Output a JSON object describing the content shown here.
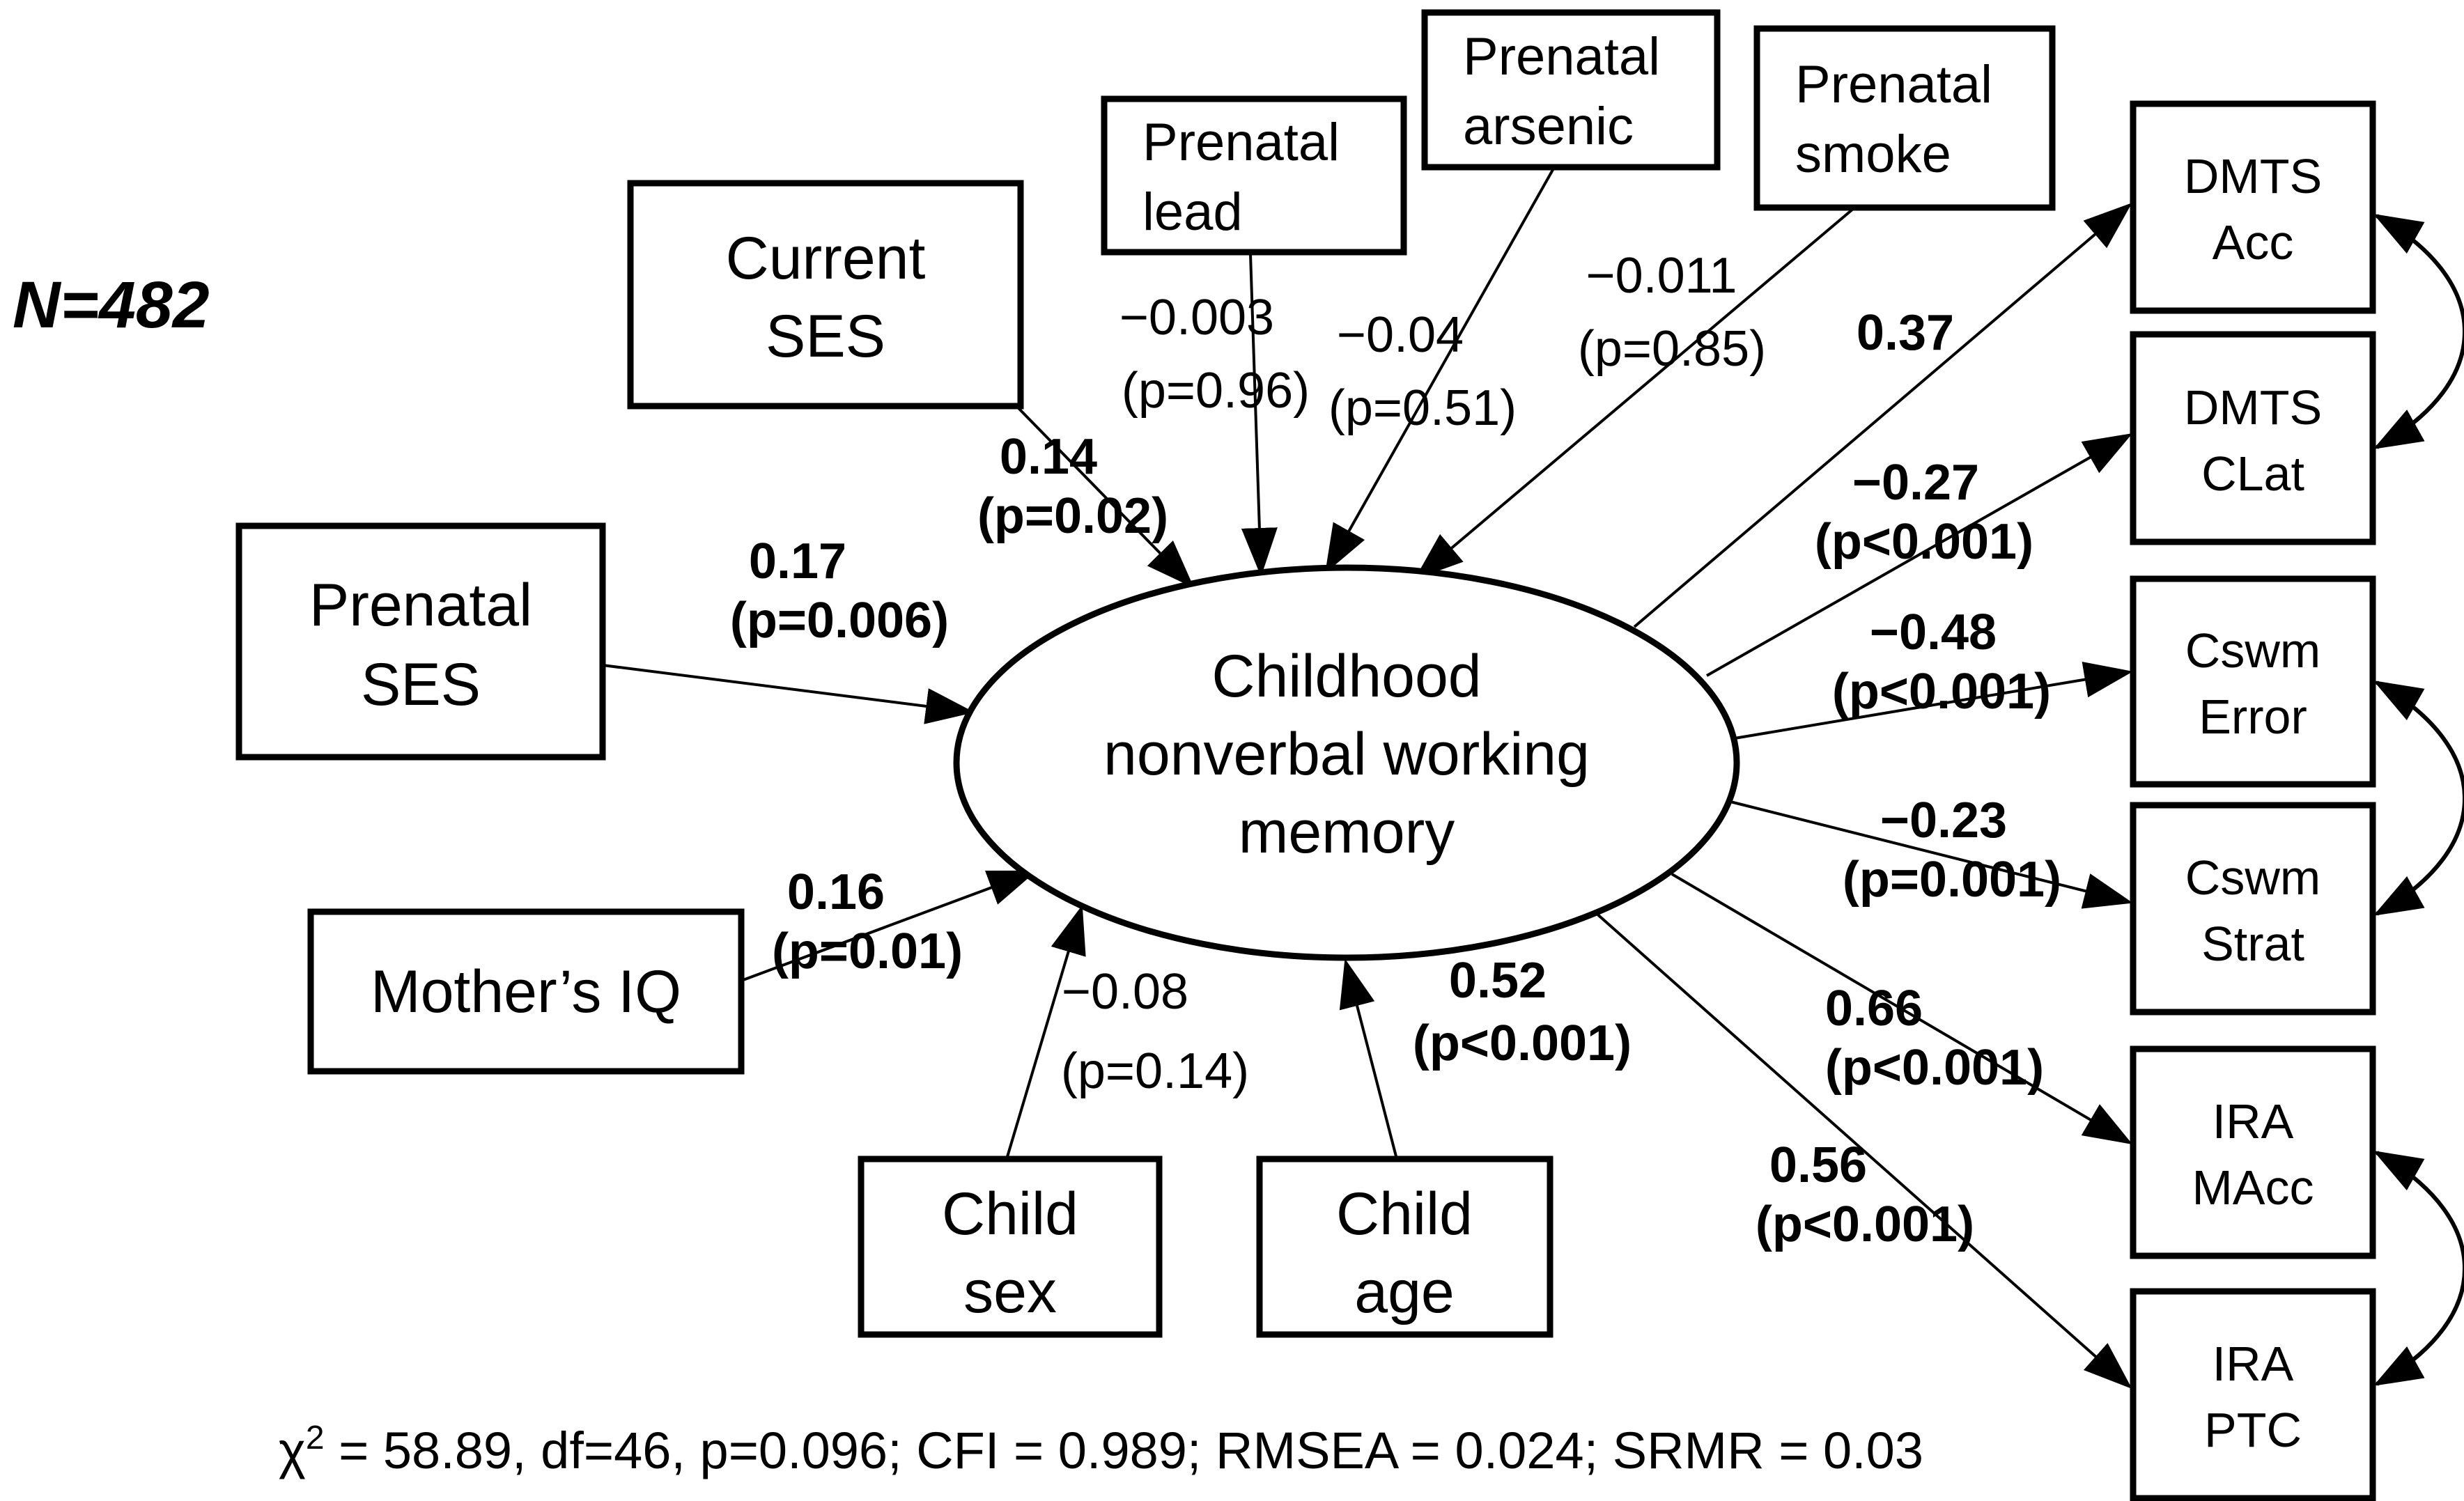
{
  "annotation": {
    "sample_size": "N=482"
  },
  "latent": {
    "lines": [
      "Childhood",
      "nonverbal working",
      "memory"
    ]
  },
  "predictors": {
    "current_ses": {
      "lines": [
        "Current",
        "SES"
      ],
      "coef": "0.14",
      "p": "(p=0.02)"
    },
    "prenatal_lead": {
      "lines": [
        "Prenatal",
        "lead"
      ],
      "coef": "−0.003",
      "p": "(p=0.96)"
    },
    "prenatal_arsenic": {
      "lines": [
        "Prenatal",
        "arsenic"
      ],
      "coef": "−0.04",
      "p": "(p=0.51)"
    },
    "prenatal_smoke": {
      "lines": [
        "Prenatal",
        "smoke"
      ],
      "coef": "−0.011",
      "p": "(p=0.85)"
    },
    "prenatal_ses": {
      "lines": [
        "Prenatal",
        "SES"
      ],
      "coef": "0.17",
      "p": "(p=0.006)"
    },
    "mothers_iq": {
      "lines": [
        "Mother’s IQ"
      ],
      "coef": "0.16",
      "p": "(p=0.01)"
    },
    "child_sex": {
      "lines": [
        "Child",
        "sex"
      ],
      "coef": "−0.08",
      "p": "(p=0.14)"
    },
    "child_age": {
      "lines": [
        "Child",
        "age"
      ],
      "coef": "0.52",
      "p": "(p<0.001)"
    }
  },
  "indicators": {
    "dmts_acc": {
      "lines": [
        "DMTS",
        "Acc"
      ],
      "loading": "0.37",
      "p": ""
    },
    "dmts_clat": {
      "lines": [
        "DMTS",
        "CLat"
      ],
      "loading": "−0.27",
      "p": "(p<0.001)"
    },
    "cswm_error": {
      "lines": [
        "Cswm",
        "Error"
      ],
      "loading": "−0.48",
      "p": "(p<0.001)"
    },
    "cswm_strat": {
      "lines": [
        "Cswm",
        "Strat"
      ],
      "loading": "−0.23",
      "p": "(p=0.001)"
    },
    "ira_macc": {
      "lines": [
        "IRA",
        "MAcc"
      ],
      "loading": "0.66",
      "p": "(p<0.001)"
    },
    "ira_ptc": {
      "lines": [
        "IRA",
        "PTC"
      ],
      "loading": "0.56",
      "p": "(p<0.001)"
    }
  },
  "fit_stats": {
    "chi": "χ",
    "exponent": "2",
    "rest": " = 58.89, df=46, p=0.096; CFI = 0.989; RMSEA = 0.024; SRMR = 0.03"
  },
  "colors": {
    "ink": "#000000",
    "background": "#ffffff"
  }
}
